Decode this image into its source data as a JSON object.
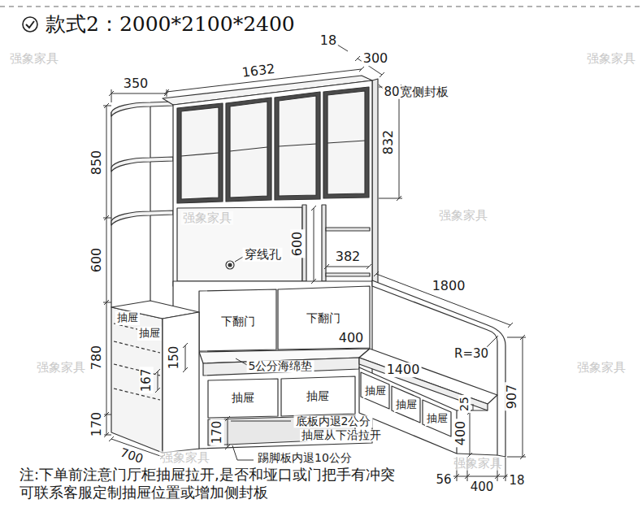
{
  "diagram": {
    "title": "款式2：2000*2100*2400",
    "nodes": [
      {
        "text": [
          "抽屉"
        ]
      },
      {
        "text": [
          "抽屉"
        ]
      },
      {
        "text": [
          "下翻门"
        ]
      },
      {
        "text": [
          "下翻门"
        ]
      },
      {
        "text": [
          "抽屉"
        ]
      },
      {
        "text": [
          "抽屉"
        ]
      },
      {
        "text": [
          "抽屉"
        ]
      },
      {
        "text": [
          "抽屉"
        ]
      },
      {
        "text": [
          "抽屉"
        ]
      }
    ],
    "labels": [
      "强象家具",
      "强象家具",
      "350",
      "1632",
      "18",
      "300",
      "80宽侧封板",
      "832",
      "850",
      "强象家具",
      "强象家具",
      "600",
      "600",
      "穿线孔",
      "382",
      "1800",
      "400",
      "R=30",
      "780",
      "150",
      "5公分海绵垫",
      "强象家具",
      "强象家具",
      "1400",
      "167",
      "25",
      "907",
      "底板内退2公分",
      "170",
      "抽屉从下沿拉开",
      "170",
      "400",
      "踢脚板内退10公分",
      "强象家具",
      "强象家具",
      "700",
      "56",
      "400",
      "18",
      "注:下单前注意门厅柜抽屉拉开,是否和垭口或门把手有冲突 可联系客服定制抽屉位置或增加侧封板"
    ]
  }
}
